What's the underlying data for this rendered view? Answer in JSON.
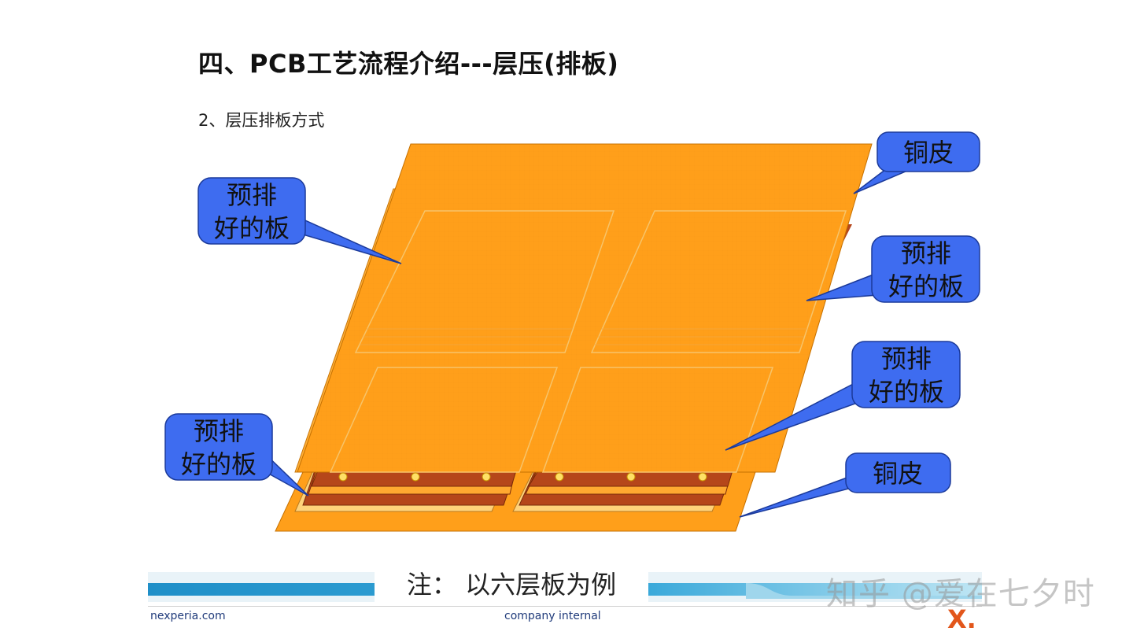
{
  "slide": {
    "title": "四、PCB工艺流程介绍---层压(排板)",
    "subtitle": "2、层压排板方式"
  },
  "callouts": [
    {
      "id": "copper-top",
      "lines": [
        "铜皮"
      ]
    },
    {
      "id": "board-top-left",
      "lines": [
        "预排",
        "好的板"
      ]
    },
    {
      "id": "board-right-upper",
      "lines": [
        "预排",
        "好的板"
      ]
    },
    {
      "id": "board-right-lower",
      "lines": [
        "预排",
        "好的板"
      ]
    },
    {
      "id": "board-bottom-left",
      "lines": [
        "预排",
        "好的板"
      ]
    },
    {
      "id": "copper-bottom",
      "lines": [
        "铜皮"
      ]
    }
  ],
  "note": "注： 以六层板为例",
  "footer": {
    "left": "nexperia.com",
    "center": "company internal",
    "brand_mark": "X."
  },
  "watermark": "知乎 @爱在七夕时",
  "colors": {
    "sheet_orange": "#ff9f1a",
    "copper_brown": "#b5461a",
    "callout_blue": "#3e6cf0",
    "footer_blue": "#1f8fc8",
    "brand_orange": "#e2561b"
  }
}
